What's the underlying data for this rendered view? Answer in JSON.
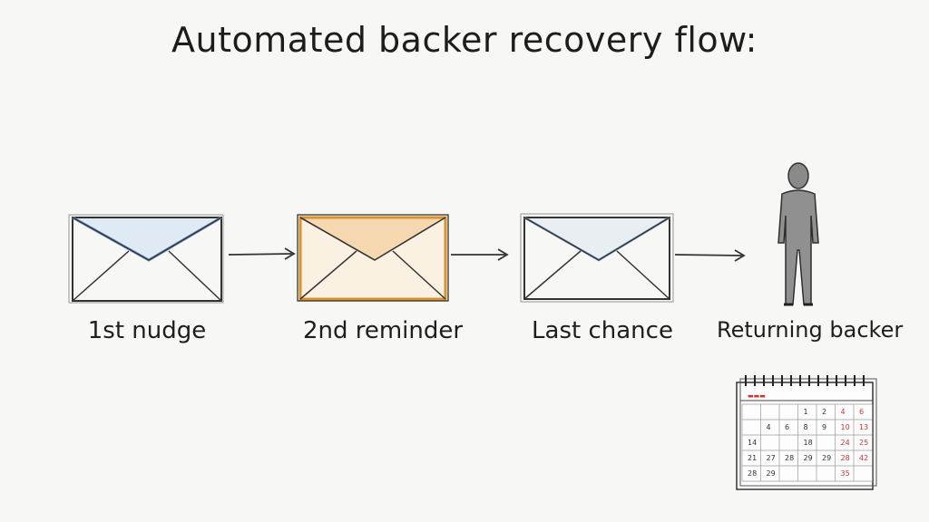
{
  "title": "Automated backer recovery flow:",
  "steps": [
    {
      "label": "1st nudge",
      "icon": "envelope-icon",
      "accent": "#7aa5d8"
    },
    {
      "label": "2nd reminder",
      "icon": "envelope-icon",
      "accent": "#e6a24a"
    },
    {
      "label": "Last chance",
      "icon": "envelope-icon",
      "accent": "#8fa9c8"
    },
    {
      "label": "Returning backer",
      "icon": "person-icon"
    }
  ],
  "calendar": {
    "icon": "calendar-icon",
    "rows": [
      [
        "",
        "",
        "",
        "1",
        "2",
        "4",
        "6"
      ],
      [
        "",
        "4",
        "6",
        "8",
        "9",
        "10",
        "13"
      ],
      [
        "14",
        "",
        "",
        "18",
        "",
        "24",
        "25"
      ],
      [
        "21",
        "27",
        "28",
        "29",
        "29",
        "28",
        "42"
      ],
      [
        "28",
        "29",
        "",
        "",
        "",
        "35",
        ""
      ]
    ]
  }
}
